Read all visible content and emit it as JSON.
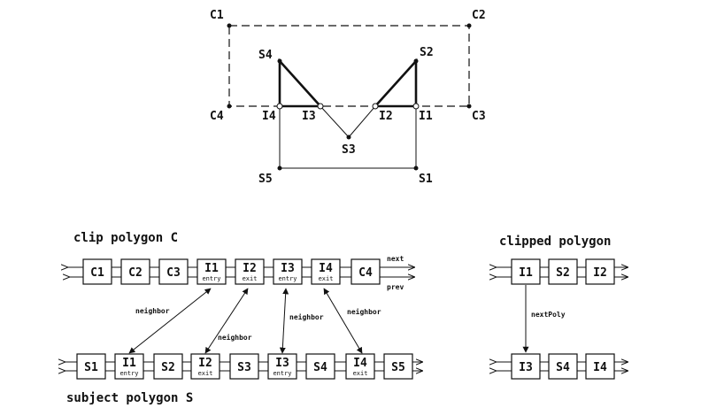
{
  "geometry": {
    "points": {
      "C1": "C1",
      "C2": "C2",
      "C3": "C3",
      "C4": "C4",
      "S1": "S1",
      "S2": "S2",
      "S3": "S3",
      "S4": "S4",
      "S5": "S5",
      "I1": "I1",
      "I2": "I2",
      "I3": "I3",
      "I4": "I4"
    }
  },
  "clip_list": {
    "title": "clip polygon C",
    "nodes": [
      {
        "label": "C1",
        "sub": ""
      },
      {
        "label": "C2",
        "sub": ""
      },
      {
        "label": "C3",
        "sub": ""
      },
      {
        "label": "I1",
        "sub": "entry"
      },
      {
        "label": "I2",
        "sub": "exit"
      },
      {
        "label": "I3",
        "sub": "entry"
      },
      {
        "label": "I4",
        "sub": "exit"
      },
      {
        "label": "C4",
        "sub": ""
      }
    ],
    "next_label": "next",
    "prev_label": "prev"
  },
  "subject_list": {
    "title": "subject polygon S",
    "nodes": [
      {
        "label": "S1",
        "sub": ""
      },
      {
        "label": "I1",
        "sub": "entry"
      },
      {
        "label": "S2",
        "sub": ""
      },
      {
        "label": "I2",
        "sub": "exit"
      },
      {
        "label": "S3",
        "sub": ""
      },
      {
        "label": "I3",
        "sub": "entry"
      },
      {
        "label": "S4",
        "sub": ""
      },
      {
        "label": "I4",
        "sub": "exit"
      },
      {
        "label": "S5",
        "sub": ""
      }
    ]
  },
  "neighbor_label": "neighbor",
  "clipped": {
    "title": "clipped polygon",
    "row1": [
      {
        "label": "I1"
      },
      {
        "label": "S2"
      },
      {
        "label": "I2"
      }
    ],
    "row2": [
      {
        "label": "I3"
      },
      {
        "label": "S4"
      },
      {
        "label": "I4"
      }
    ],
    "next_poly_label": "nextPoly"
  }
}
